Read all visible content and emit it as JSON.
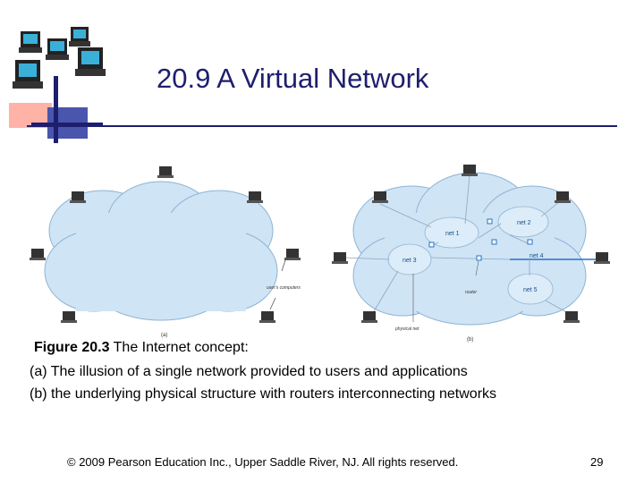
{
  "slide": {
    "title": "20.9 A Virtual Network",
    "caption_label": "Figure 20.3",
    "caption_text": " The Internet concept:",
    "line_a": "(a)  The illusion of a single network provided to users and applications",
    "line_b": "(b)   the underlying physical structure with routers interconnecting networks",
    "footer": "© 2009 Pearson Education Inc., Upper Saddle River, NJ. All rights reserved.",
    "page_number": "29"
  },
  "figure": {
    "left_label": "user's computers",
    "left_tag": "(a)",
    "right_tag": "(b)",
    "physical_net": "physical net",
    "router_label": "router",
    "nets": [
      "net 1",
      "net 2",
      "net 3",
      "net 4",
      "net 5"
    ]
  },
  "colors": {
    "title": "#1e1e6e",
    "cloud_fill": "#cfe4f5",
    "cloud_stroke": "#8fb4d4",
    "net_fill": "#dcecf8"
  },
  "icons": [
    "computer-stack-logo",
    "computer-icon",
    "router-icon"
  ]
}
